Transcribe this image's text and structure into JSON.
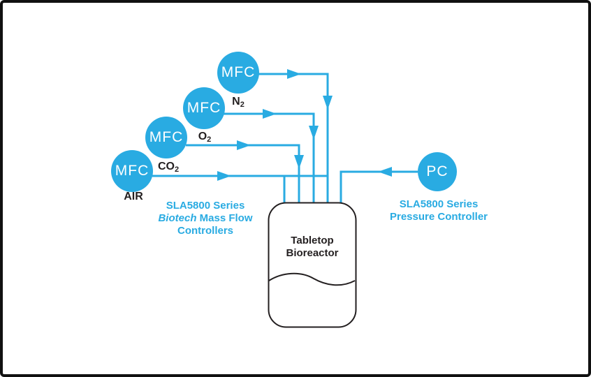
{
  "colors": {
    "accent": "#29ABE2",
    "ink": "#231F20"
  },
  "controllers": {
    "mfc_n2": {
      "label": "MFC",
      "gas_base": "N",
      "gas_sub": "2"
    },
    "mfc_o2": {
      "label": "MFC",
      "gas_base": "O",
      "gas_sub": "2"
    },
    "mfc_co2": {
      "label": "MFC",
      "gas_base": "CO",
      "gas_sub": "2"
    },
    "mfc_air": {
      "label": "MFC",
      "gas_base": "AIR"
    },
    "pc": {
      "label": "PC"
    }
  },
  "captions": {
    "mfc_group": {
      "line1": "SLA5800 Series",
      "line2_italic": "Biotech",
      "line2_rest": " Mass Flow",
      "line3": "Controllers"
    },
    "pc_group": {
      "line1": "SLA5800 Series",
      "line2": "Pressure Controller"
    }
  },
  "vessel": {
    "line1": "Tabletop",
    "line2": "Bioreactor"
  }
}
